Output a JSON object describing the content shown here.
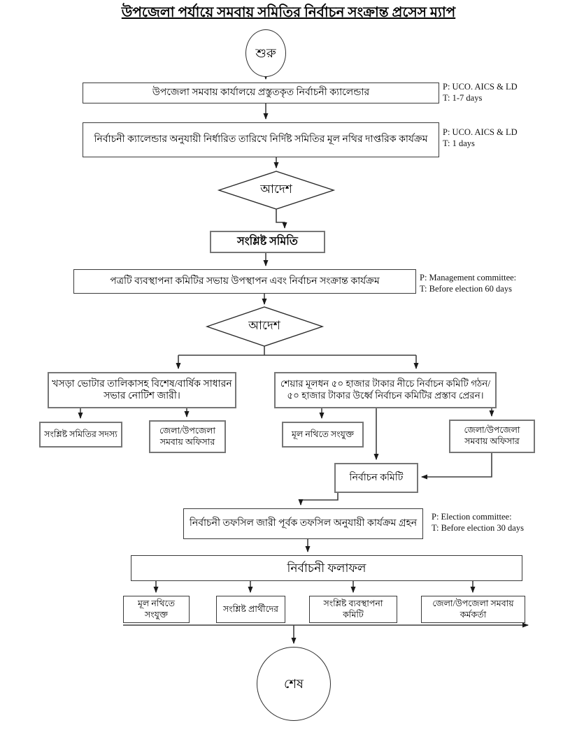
{
  "title": "উপজেলা পর্যায়ে সমবায় সমিতির নির্বাচন সংক্রান্ত প্রসেস ম্যাপ",
  "colors": {
    "background": "#ffffff",
    "line": "#3f3f3f",
    "box_border_thin": "#3a3a3a",
    "box_border_thick": "#767676",
    "text": "#000000"
  },
  "nodes": {
    "start": "শুরু",
    "calendar": "উপজেলা সমবায় কার্যালয়ে প্রস্তুতকৃত নির্বাচনী ক্যালেন্ডার",
    "official_activity": "নির্বাচনী ক্যালেন্ডার অনুযায়ী নির্ধারিত তারিখে নির্দিষ্ট সমিতির মূল নথির দাপ্তরিক কার্যক্রম",
    "order1": "আদেশ",
    "concerned_society": "সংশ্লিষ্ট সমিতি",
    "presentation": "পত্রটি ব্যবস্থাপনা কমিটির সভায় উপস্থাপন এবং নির্বাচন সংক্রান্ত কার্যক্রম",
    "order2": "আদেশ",
    "draft_voter_notice": "খসড়া ভোটার তালিকাসহ বিশেষ/বার্ষিক সাধারন সভার নোটিশ জারী।",
    "share_capital": "শেয়ার মূলধন ৫০ হাজার টাকার নীচে নির্বাচন কমিটি গঠন/ ৫০ হাজার টাকার উর্ধ্বে নির্বাচন কমিটির প্রস্তাব প্রেরন।",
    "society_members": "সংশ্লিষ্ট সমিতির সদস্য",
    "district_officer_left": "জেলা/উপজেলা সমবায় অফিসার",
    "attach_main_file": "মূল নথিতে সংযুক্ত",
    "district_officer_right": "জেলা/উপজেলা সমবায় অফিসার",
    "election_committee": "নির্বাচন কমিটি",
    "schedule_activity": "নির্বাচনী তফসিল জারী পূর্বক তফসিল অনুযায়ী কার্যক্রম গ্রহন",
    "election_results": "নির্বাচনী ফলাফল",
    "result_main_file": "মূল নথিতে সংযুক্ত",
    "result_candidates": "সংশ্লিষ্ট প্রার্থীদের",
    "result_committee": "সংশ্লিষ্ট ব্যবস্থাপনা কমিটি",
    "result_officer": "জেলা/উপজেলা সমবায় কর্মকর্তা",
    "end": "শেষ"
  },
  "annotations": {
    "calendar": {
      "p": "P: UCO. AICS & LD",
      "t": "T: 1-7 days"
    },
    "official_activity": {
      "p": "P: UCO. AICS & LD",
      "t": "T: 1 days"
    },
    "presentation": {
      "p": "P: Management committee:",
      "t": "T: Before election 60 days"
    },
    "schedule_activity": {
      "p": "P: Election committee:",
      "t": "T: Before election 30 days"
    }
  }
}
